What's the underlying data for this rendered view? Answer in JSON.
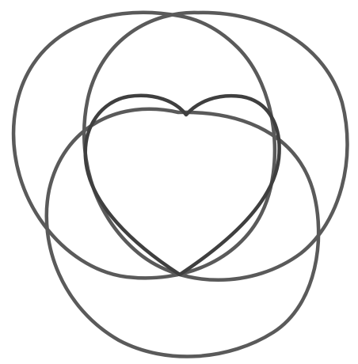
{
  "drawing": {
    "description_shapes": [
      "circle",
      "circle",
      "circle",
      "heart"
    ],
    "colors": {
      "background": "#ffffff",
      "stroke": "#5a5a5a",
      "stroke_dark": "#3f3f3f"
    }
  }
}
